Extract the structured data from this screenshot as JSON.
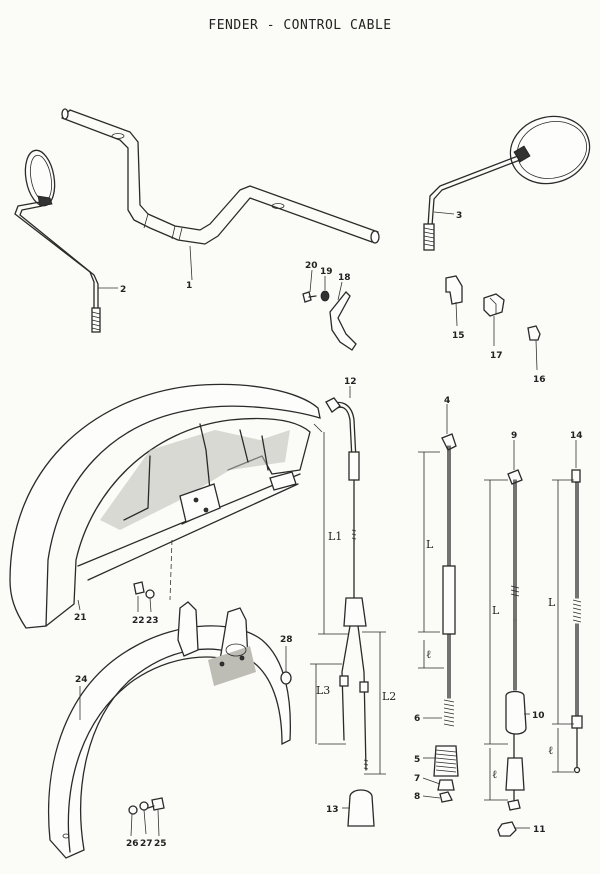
{
  "title": "FENDER - CONTROL CABLE",
  "part_numbers": {
    "handlebar": "1",
    "mirror_left": "2",
    "mirror_right": "3",
    "cable_4": "4",
    "cable_5": "5",
    "cable_6": "6",
    "cable_7": "7",
    "cable_8": "8",
    "cable_9": "9",
    "cable_10": "10",
    "nut_11": "11",
    "throttle_cable": "12",
    "cap_13": "13",
    "cable_14": "14",
    "clip_15": "15",
    "clip_16": "16",
    "clip_17": "17",
    "bracket_18": "18",
    "washer_19": "19",
    "bolt_20": "20",
    "rear_fender": "21",
    "bolt_22": "22",
    "washer_23": "23",
    "front_fender": "24",
    "bolt_25": "25",
    "washer_26": "26",
    "washer_27": "27",
    "reflector_28": "28"
  },
  "dimension_labels": {
    "L1": "L1",
    "L2": "L2",
    "L3": "L3",
    "L": "L",
    "l": "ℓ"
  }
}
